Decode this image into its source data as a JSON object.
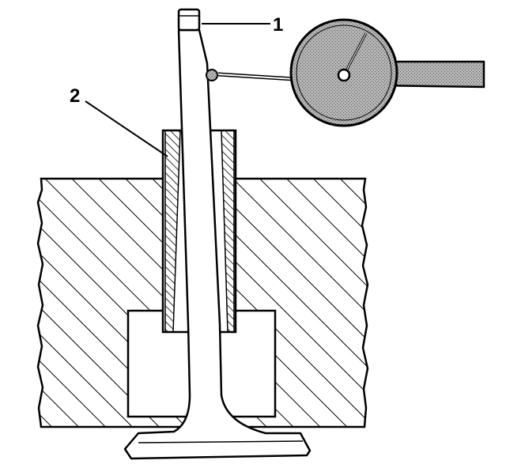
{
  "diagram": {
    "callouts": [
      {
        "id": "1",
        "label": "1"
      },
      {
        "id": "2",
        "label": "2"
      }
    ],
    "colors": {
      "ink": "#000000",
      "paper": "#ffffff",
      "gauge_fill": "#a9a9a9",
      "stipple": "#7a7a7a"
    }
  }
}
